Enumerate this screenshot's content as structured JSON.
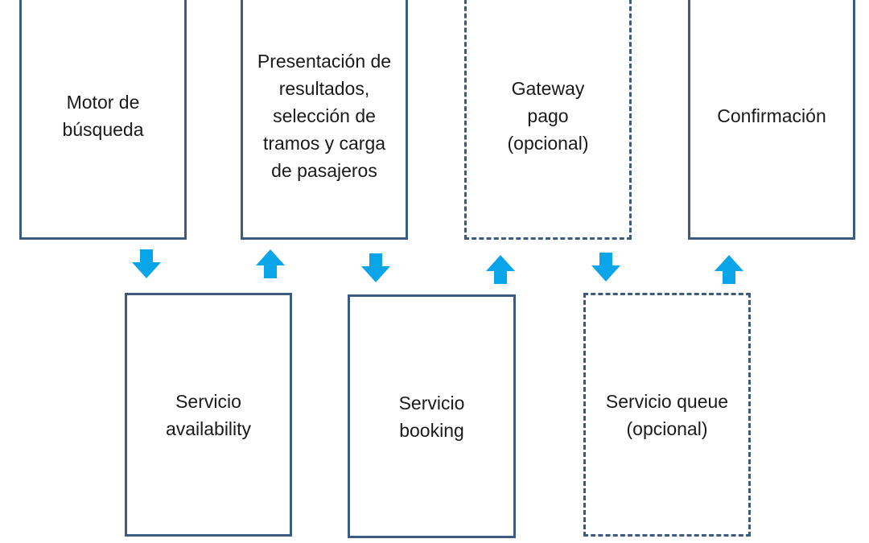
{
  "top_row": [
    {
      "id": "motor",
      "label": "Motor de\nbúsqueda",
      "dashed": false
    },
    {
      "id": "presentacion",
      "label": "Presentación de\nresultados,\nselección de\ntramos y carga\nde pasajeros",
      "dashed": false
    },
    {
      "id": "gateway",
      "label": "Gateway\npago\n(opcional)",
      "dashed": true
    },
    {
      "id": "confirmacion",
      "label": "Confirmación",
      "dashed": false
    }
  ],
  "bottom_row": [
    {
      "id": "availability",
      "label": "Servicio\navailability",
      "dashed": false
    },
    {
      "id": "booking",
      "label": "Servicio\nbooking",
      "dashed": false
    },
    {
      "id": "queue",
      "label": "Servicio queue\n(opcional)",
      "dashed": true
    }
  ],
  "arrows": [
    {
      "direction": "down",
      "from": "motor",
      "to": "availability"
    },
    {
      "direction": "up",
      "from": "availability",
      "to": "presentacion"
    },
    {
      "direction": "down",
      "from": "presentacion",
      "to": "booking"
    },
    {
      "direction": "up",
      "from": "booking",
      "to": "gateway"
    },
    {
      "direction": "down",
      "from": "gateway",
      "to": "queue"
    },
    {
      "direction": "up",
      "from": "queue",
      "to": "confirmacion"
    }
  ],
  "colors": {
    "border": "#3d5a80",
    "arrow": "#0aa5e8",
    "text": "#1a1a1a"
  }
}
